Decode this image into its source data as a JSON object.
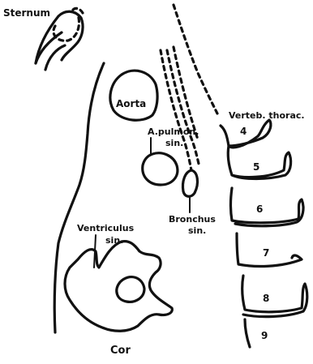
{
  "labels": {
    "sternum": "Sternum",
    "aorta": "Aorta",
    "a_pulmon_line1": "A.pulmon.",
    "a_pulmon_line2": "sin.",
    "verteb_thorac": "Verteb. thorac.",
    "bronchus_line1": "Bronchus",
    "bronchus_line2": "sin.",
    "ventriculus_line1": "Ventriculus",
    "ventriculus_line2": "sin.",
    "cor": "Cor"
  },
  "vertebra_numbers": [
    "4",
    "5",
    "6",
    "7",
    "8",
    "9"
  ]
}
